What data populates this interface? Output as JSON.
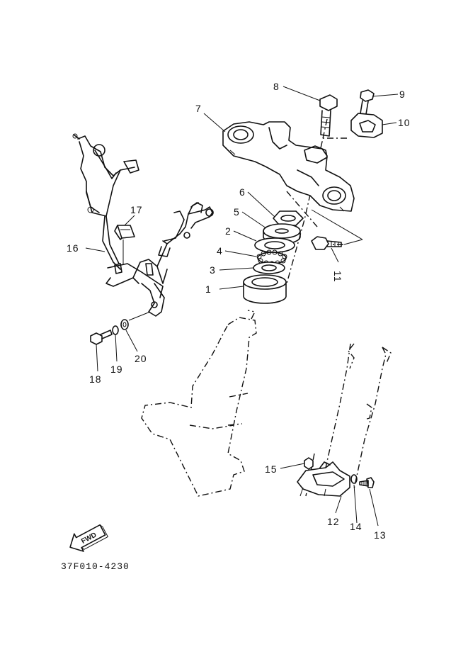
{
  "parts": [
    {
      "num": "1"
    },
    {
      "num": "2"
    },
    {
      "num": "3"
    },
    {
      "num": "4"
    },
    {
      "num": "5"
    },
    {
      "num": "6"
    },
    {
      "num": "7"
    },
    {
      "num": "8"
    },
    {
      "num": "9"
    },
    {
      "num": "10"
    },
    {
      "num": "11"
    },
    {
      "num": "12"
    },
    {
      "num": "13"
    },
    {
      "num": "14"
    },
    {
      "num": "15"
    },
    {
      "num": "16"
    },
    {
      "num": "17"
    },
    {
      "num": "18"
    },
    {
      "num": "19"
    },
    {
      "num": "20"
    }
  ],
  "direction_label": "FWD",
  "diagram_code": "37F010-4230"
}
